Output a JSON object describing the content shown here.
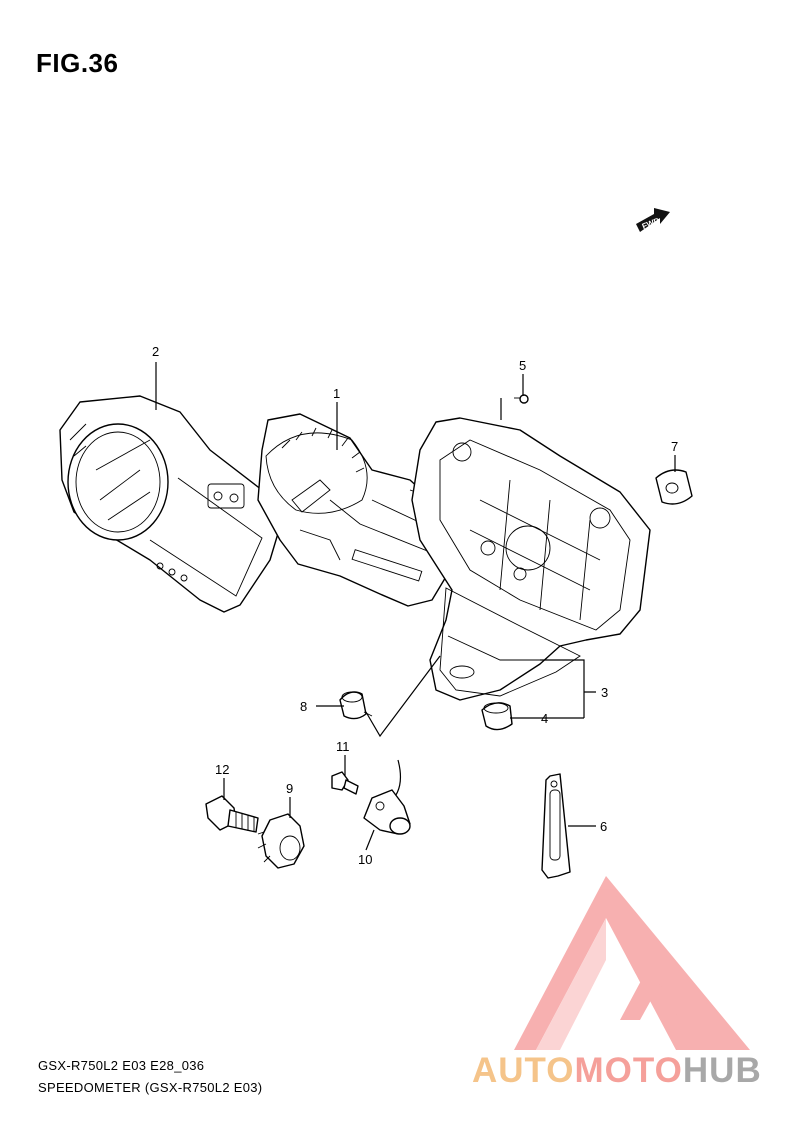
{
  "figure": {
    "title": "FIG.36"
  },
  "fwd_arrow": {
    "label": "FWD"
  },
  "callouts": {
    "c1": "1",
    "c2": "2",
    "c3": "3",
    "c4": "4",
    "c5": "5",
    "c6": "6",
    "c7": "7",
    "c8": "8",
    "c9": "9",
    "c10": "10",
    "c11": "11",
    "c12": "12"
  },
  "footer": {
    "model_code": "GSX-R750L2 E03 E28_036",
    "description": "SPEEDOMETER (GSX-R750L2 E03)"
  },
  "watermark": {
    "part1": "AUTO",
    "part2": "MOTO",
    "part3": "HUB",
    "colors": {
      "auto": "#f5c48a",
      "moto": "#f5a09a",
      "hub": "#a8a8a8",
      "logo": "#f5a3a3"
    }
  }
}
